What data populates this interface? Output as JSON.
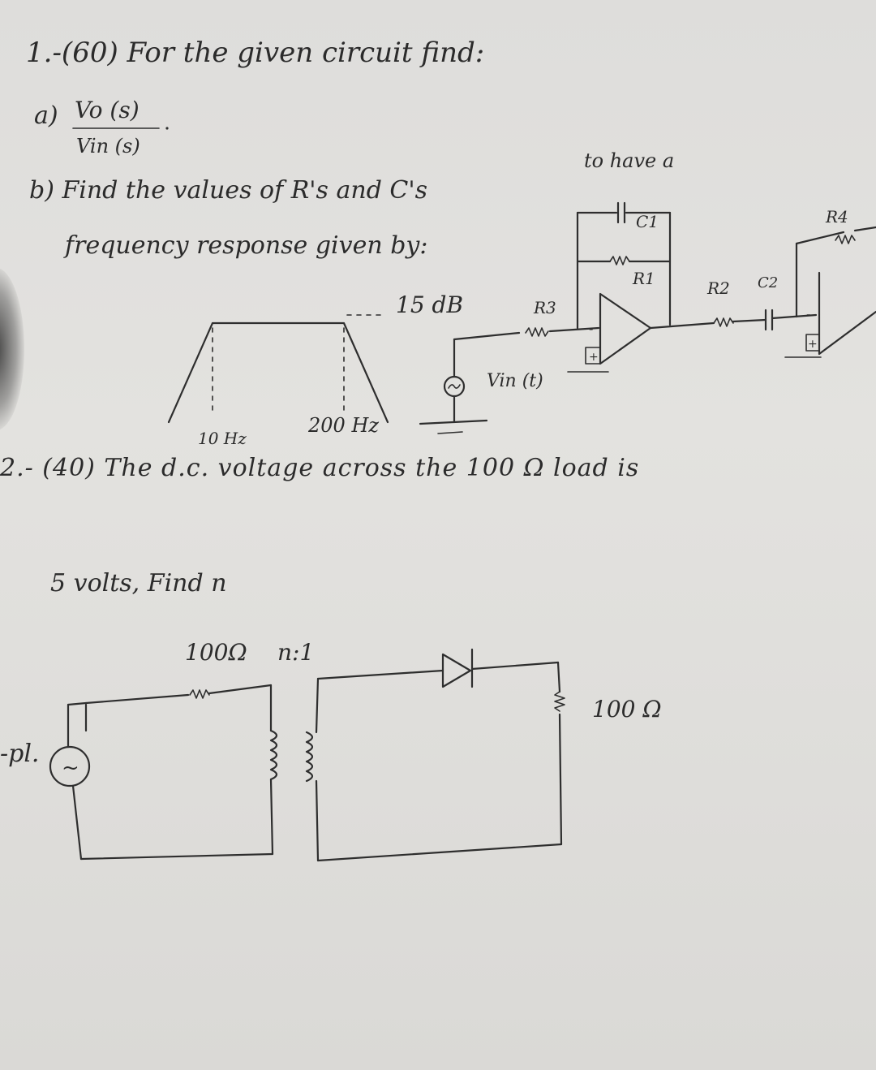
{
  "problem1": {
    "header": "1.-(60) For the given circuit find:",
    "part_a_label": "a)",
    "part_a_numerator": "Vo (s)",
    "part_a_denominator": "Vin (s)",
    "part_b_line1": "b) Find the values of R's and C's",
    "part_b_line1_right": "to have a",
    "part_b_line2": "frequency response given by:",
    "response": {
      "gain_label": "15 dB",
      "low_freq": "10 Hz",
      "high_freq": "200 Hz"
    },
    "circuit": {
      "source_label": "Vin (t)",
      "source_symbol": "~",
      "R1": "R1",
      "R2": "R2",
      "R3": "R3",
      "R4": "R4",
      "C1": "C1",
      "C2": "C2",
      "plus": "+",
      "minus": "-"
    }
  },
  "problem2": {
    "line1": "2.- (40) The d.c. voltage across the 100 Ω load is",
    "line2": "5 volts, Find n",
    "resistor_label": "100Ω",
    "ratio_label": "n:1",
    "load_label": "100 Ω",
    "source_symbol": "~",
    "margin_note": "-pl."
  }
}
